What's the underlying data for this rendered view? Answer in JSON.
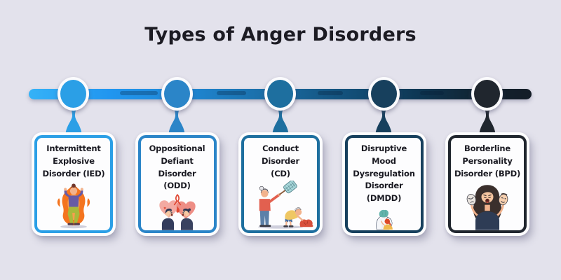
{
  "title": "Types of Anger Disorders",
  "cards": [
    {
      "label": "Intermittent\nExplosive\nDisorder (IED)",
      "accent": "#2b9fe6",
      "surface": "#e8f4fc",
      "illustration": "person-in-flames"
    },
    {
      "label": "Oppositional\nDefiant Disorder\n(ODD)",
      "accent": "#2b85c8",
      "surface": "#eef6fc",
      "illustration": "two-people-arguing"
    },
    {
      "label": "Conduct Disorder\n(CD)",
      "accent": "#1e6f9f",
      "surface": "#f3f8fb",
      "illustration": "adult-scolding-child"
    },
    {
      "label": "Disruptive Mood\nDysregulation\nDisorder (DMDD)",
      "accent": "#17405d",
      "surface": "#f5f7f9",
      "illustration": "person-hugging-child"
    },
    {
      "label": "Borderline\nPersonality\nDisorder (BPD)",
      "accent": "#20262e",
      "surface": "#f6f7f8",
      "illustration": "woman-with-masks"
    }
  ],
  "timeline": {
    "bar_gradient_start": "#35b2f7",
    "bar_gradient_end": "#141d27",
    "node_ring": "#fbfbfd"
  },
  "colors": {
    "background": "#e3e2ec",
    "title_text": "#1c1b23",
    "card_text": "#1a1a22"
  }
}
